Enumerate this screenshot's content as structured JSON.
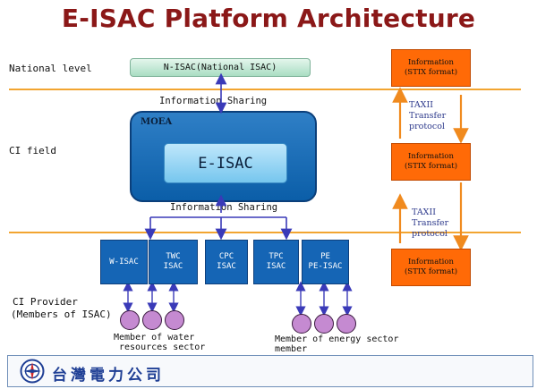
{
  "title": "E-ISAC Platform Architecture",
  "rows": {
    "national": "National level",
    "ci_field": "CI field",
    "ci_provider": "CI Provider",
    "ci_provider_sub": "(Members of ISAC)"
  },
  "nisac": "N-ISAC(National ISAC)",
  "info_sharing_top": "Information Sharing",
  "info_sharing_bottom": "Information Sharing",
  "moea": "MOEA",
  "eisac": "E-ISAC",
  "isacs": [
    {
      "line1": "W-ISAC",
      "line2": ""
    },
    {
      "line1": "TWC",
      "line2": "ISAC"
    },
    {
      "line1": "CPC",
      "line2": "ISAC"
    },
    {
      "line1": "TPC",
      "line2": "ISAC"
    },
    {
      "line1": "PE",
      "line2": "PE-ISAC"
    }
  ],
  "info_boxes": [
    {
      "line1": "Information",
      "line2": "(STIX format)"
    },
    {
      "line1": "Information",
      "line2": "(STIX format)"
    },
    {
      "line1": "Information",
      "line2": "(STIX format)"
    }
  ],
  "taxii": [
    {
      "l1": "TAXII",
      "l2": "Transfer",
      "l3": "protocol"
    },
    {
      "l1": "TAXII",
      "l2": "Transfer",
      "l3": "protocol"
    }
  ],
  "members": {
    "water_l1": "Member of water",
    "water_l2": "resources sector",
    "energy_l1": "Member of energy sector",
    "energy_l2": "member"
  },
  "logo": {
    "icon": "taipower-logo-icon",
    "text": "台灣電力公司"
  },
  "colors": {
    "title": "#8b1818",
    "isac_blue": "#1565b5",
    "info_orange": "#ff6a07",
    "arrow_orange": "#f08a1e",
    "arrow_blue": "#3a3ab8",
    "member_purple": "#c58ad1"
  }
}
